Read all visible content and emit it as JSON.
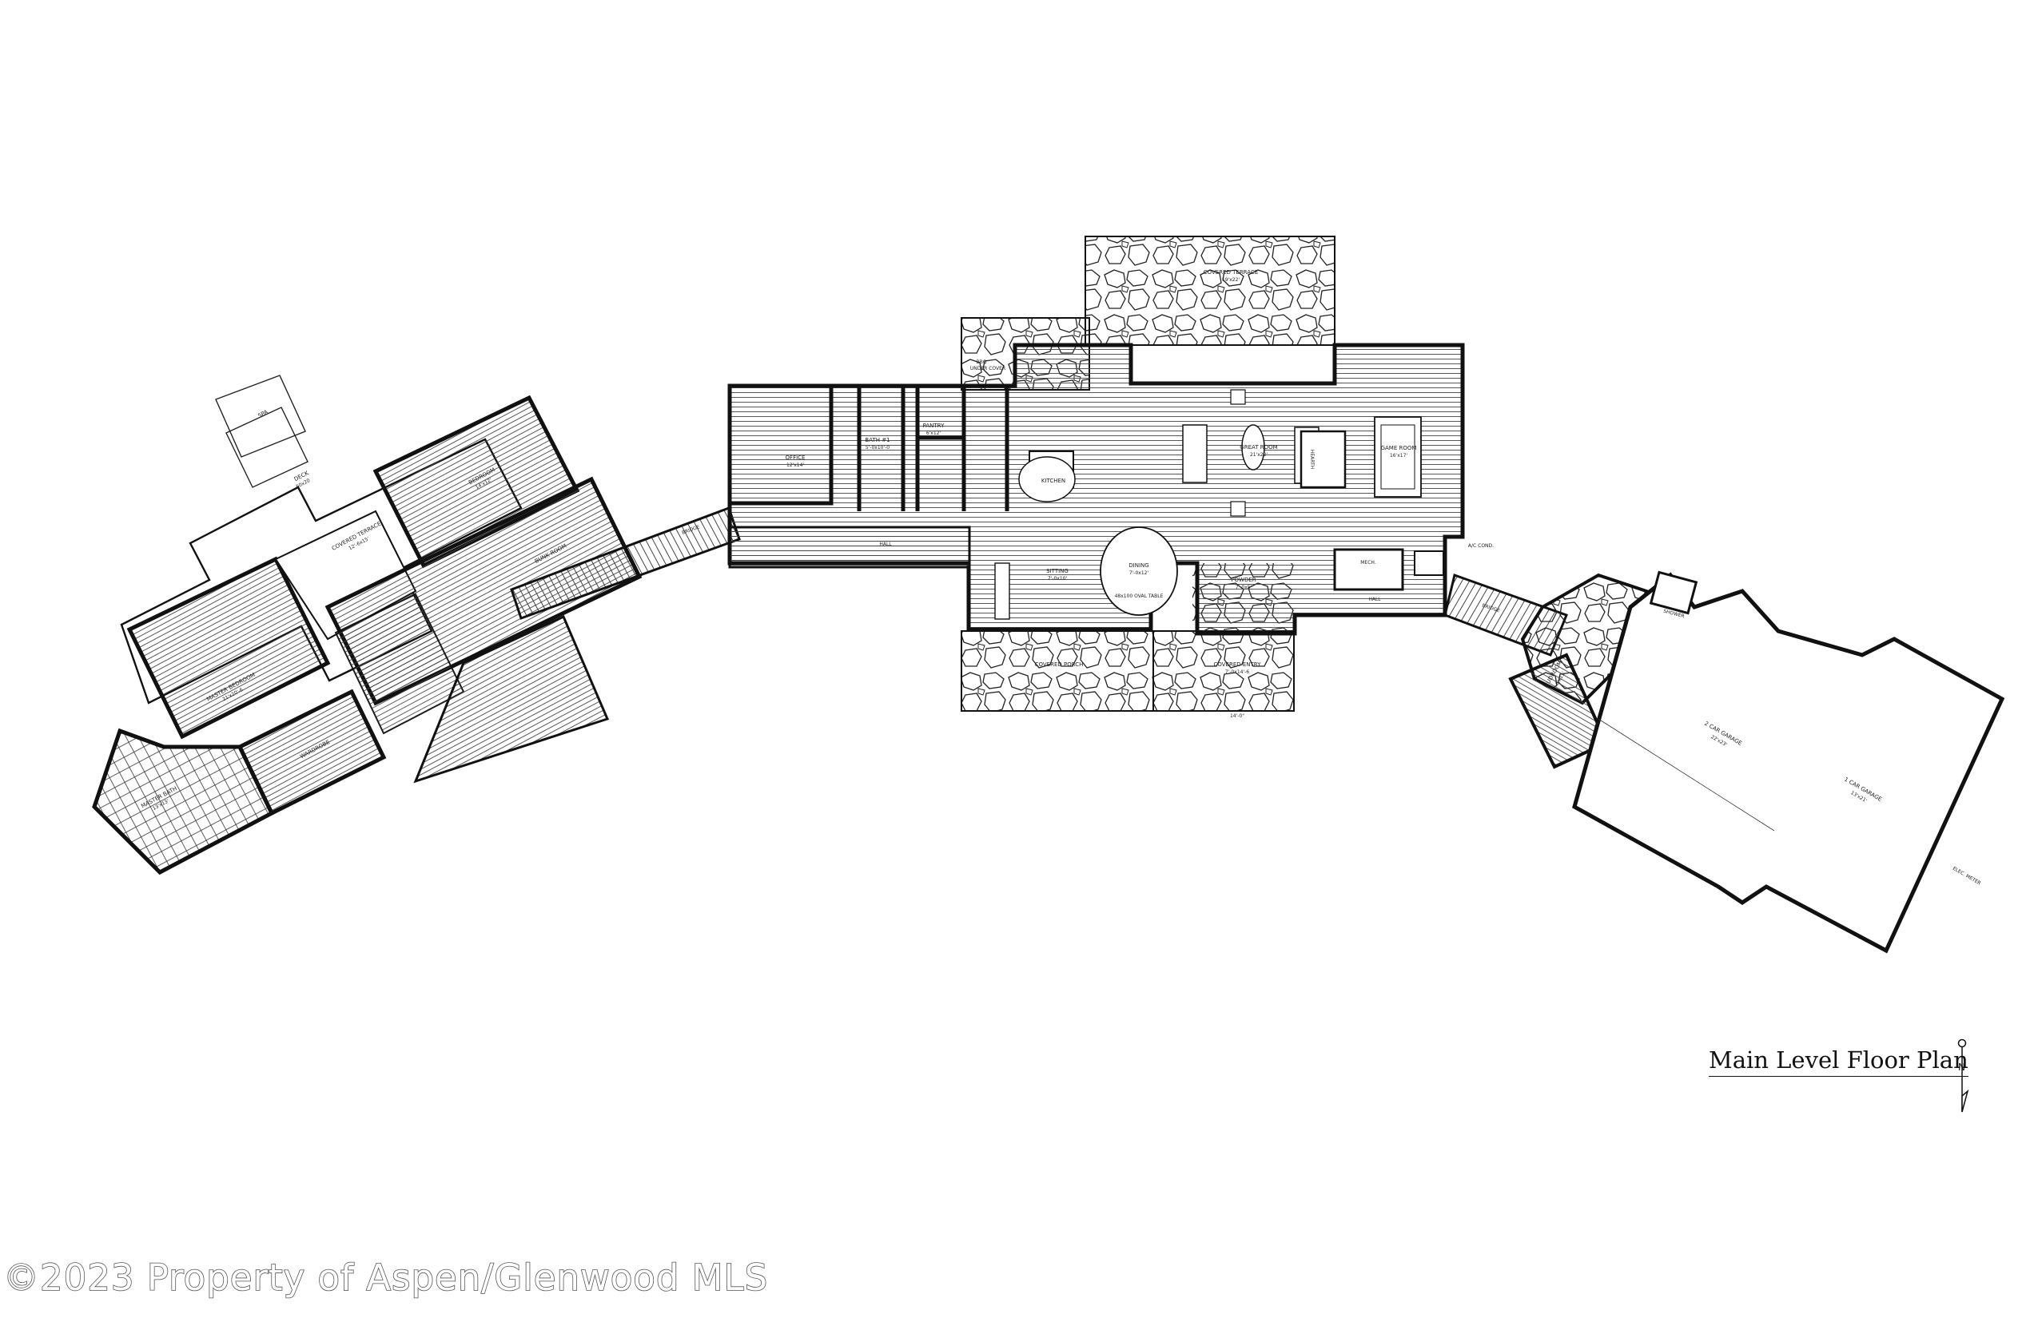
{
  "title": "Main Level Floor Plan",
  "north_letter": "N",
  "watermark": "©2023 Property of Aspen/Glenwood MLS",
  "rooms": {
    "deck": "DECK",
    "deck_dim": "60x20",
    "spa": "SPA",
    "covered_terrace_west": "COVERED TERRACE",
    "covered_terrace_west_dim": "12'-6x15'",
    "bedroom2": "BEDROOM",
    "bedroom2_dim": "14'x12'",
    "master_bedroom": "MASTER BEDROOM",
    "master_bedroom_dim": "21'x20'-6",
    "master_bath": "MASTER BATH",
    "master_bath_dim": "13'x13'",
    "powder_closet": "WARDROBE",
    "bunk_room": "BUNK ROOM",
    "bridge_west": "BRIDGE",
    "office": "OFFICE",
    "office_dim": "12'x14'",
    "bath1": "BATH #1",
    "bath1_dim": "5'-0x10'-0",
    "pantry": "PANTRY",
    "pantry_dim": "6'x12'",
    "kitchen": "KITCHEN",
    "great_room": "GREAT ROOM",
    "great_room_dim": "21'x22'",
    "hearth": "HEARTH",
    "game_room": "GAME ROOM",
    "game_room_dim": "16'x17'",
    "covered_terrace_north": "COVERED TERRACE",
    "covered_terrace_north_dim": "19'x22'",
    "bbq": "BBQ",
    "bbq_sub": "UNDER COVER",
    "sitting": "SITTING",
    "sitting_dim": "7'-0x10'",
    "dining": "DINING",
    "dining_dim": "7'-0x12'",
    "oval_table": "48x100 OVAL TABLE",
    "powder": "POWDER",
    "powder_dim": "7'-0x5'",
    "covered_porch": "COVERED PORCH",
    "covered_entry": "COVERED ENTRY",
    "covered_entry_dim": "7'-0x14'-6",
    "entry_dim": "14'-0\"",
    "hall": "HALL",
    "hall_east": "HALL",
    "mech": "MECH.",
    "ac_cond": "A/C COND.",
    "bridge_east": "BRIDGE",
    "mudroom": "MUDROOM",
    "mudroom_dim": "8'x11'",
    "shower": "SHOWER",
    "two_car_garage": "2 CAR GARAGE",
    "two_car_garage_dim": "22'x23'",
    "one_car_garage": "1 CAR GARAGE",
    "one_car_garage_dim": "13'x21'",
    "elec_meter": "ELEC. METER"
  }
}
